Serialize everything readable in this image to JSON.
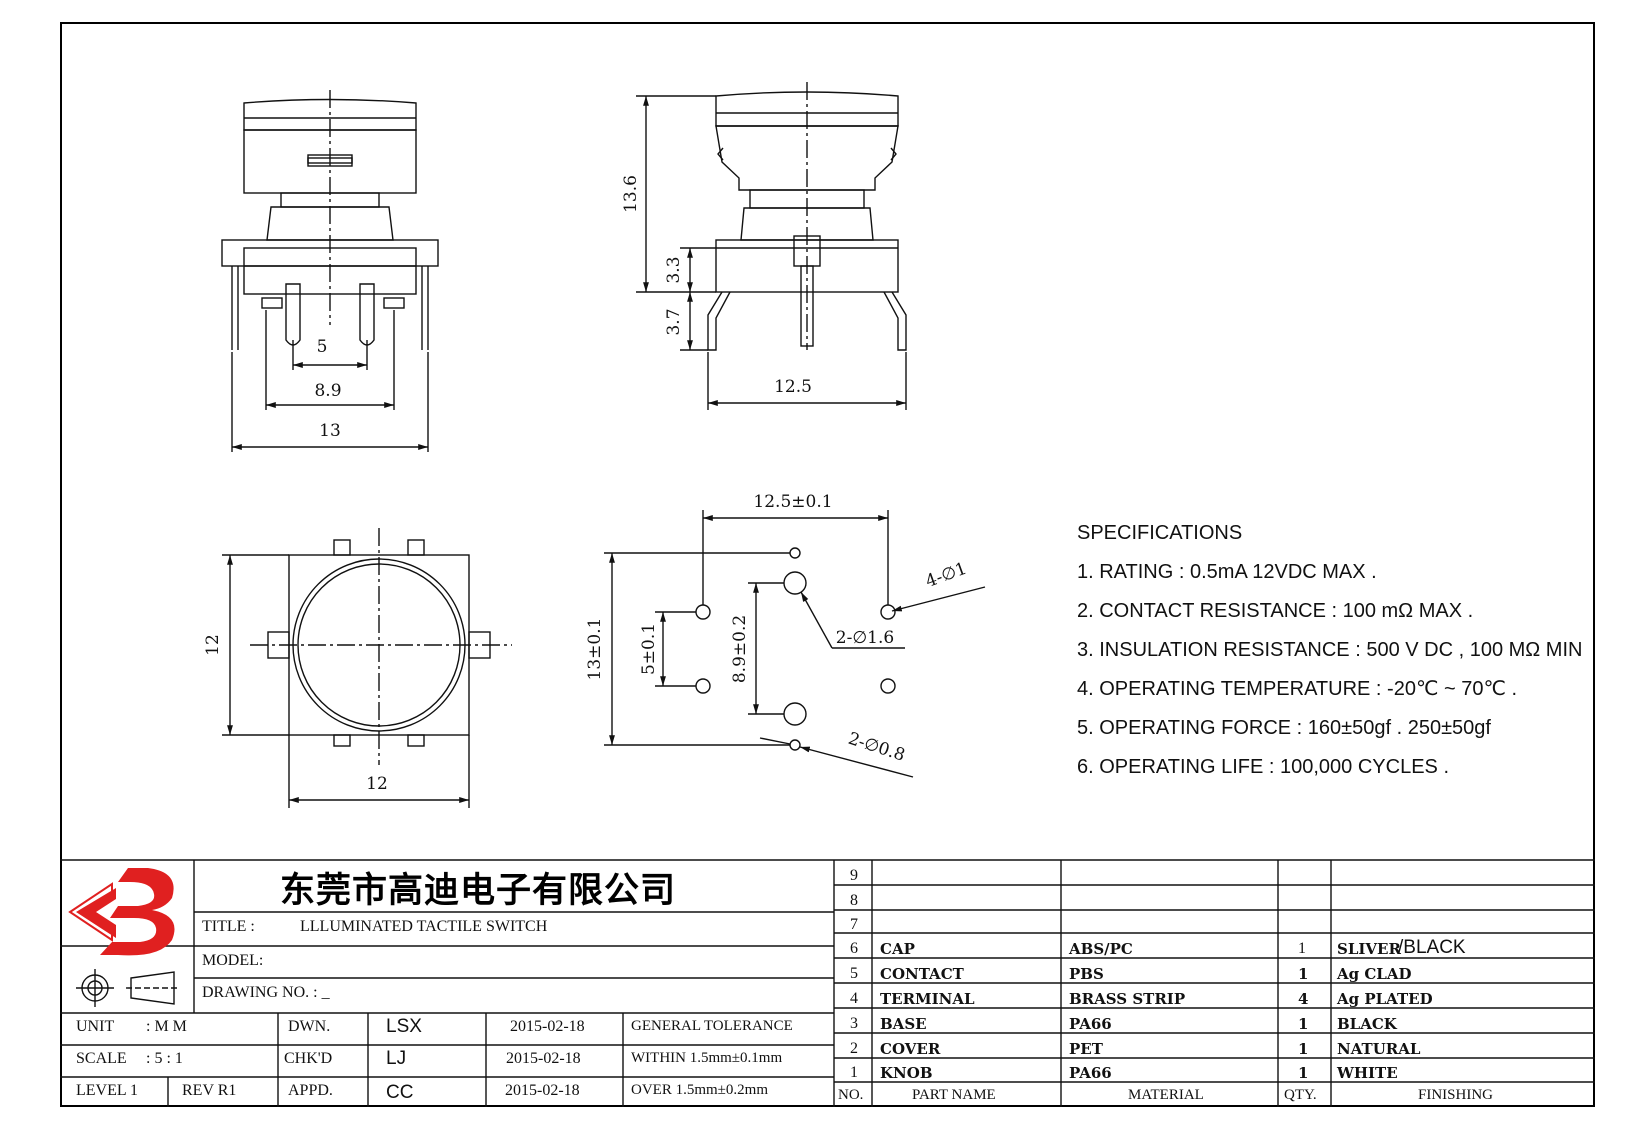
{
  "dimensions": {
    "front": {
      "pin_pitch": "5",
      "pin_span": "8.9",
      "width": "13"
    },
    "side": {
      "height": "13.6",
      "body_height": "3.3",
      "lead_height": "3.7",
      "width": "12.5"
    },
    "top": {
      "height": "12",
      "width": "12"
    },
    "footprint": {
      "horizontal": "12.5±0.1",
      "vertical_outer": "13±0.1",
      "vertical_inner": "5±0.1",
      "vertical_led": "8.9±0.2",
      "holes_large": "4-∅1",
      "holes_mid": "2-∅1.6",
      "holes_small": "2-∅0.8"
    }
  },
  "specifications": {
    "heading": "SPECIFICATIONS",
    "items": [
      "1. RATING : 0.5mA 12VDC MAX .",
      "2. CONTACT RESISTANCE : 100 mΩ MAX .",
      "3. INSULATION RESISTANCE : 500 V DC , 100 MΩ MIN",
      "4. OPERATING TEMPERATURE : -20℃ ~ 70℃ .",
      "5. OPERATING FORCE : 160±50gf . 250±50gf",
      "6. OPERATING LIFE : 100,000 CYCLES ."
    ]
  },
  "title_block": {
    "company": "东莞市高迪电子有限公司",
    "title_label": "TITLE :",
    "title_value": "LLLUMINATED TACTILE SWITCH",
    "model_label": "MODEL:",
    "drawing_label": "DRAWING NO. : _",
    "unit_label": "UNIT",
    "unit_value": ": M M",
    "scale_label": "SCALE",
    "scale_value": ": 5 : 1",
    "level": "LEVEL 1",
    "rev": "REV R1",
    "dwn_label": "DWN.",
    "chk_label": "CHK'D",
    "appd_label": "APPD.",
    "dwn_name": "LSX",
    "chk_name": "LJ",
    "appd_name": "CC",
    "dwn_date": "2015-02-18",
    "chk_date": "2015-02-18",
    "appd_date": "2015-02-18",
    "tolerance_label": "GENERAL TOLERANCE",
    "tol_within": "WITHIN 1.5mm±0.1mm",
    "tol_over": "OVER 1.5mm±0.2mm"
  },
  "bom": {
    "headers": {
      "no": "NO.",
      "part": "PART NAME",
      "material": "MATERIAL",
      "qty": "QTY.",
      "finishing": "FINISHING"
    },
    "rows": [
      {
        "no": "9",
        "part": "",
        "material": "",
        "qty": "",
        "finishing": ""
      },
      {
        "no": "8",
        "part": "",
        "material": "",
        "qty": "",
        "finishing": ""
      },
      {
        "no": "7",
        "part": "",
        "material": "",
        "qty": "",
        "finishing": ""
      },
      {
        "no": "6",
        "part": "CAP",
        "material": "ABS/PC",
        "qty": "1",
        "finishing": "SLIVER",
        "finishing_extra": "/BLACK"
      },
      {
        "no": "5",
        "part": "CONTACT",
        "material": "PBS",
        "qty": "1",
        "finishing": "Ag CLAD"
      },
      {
        "no": "4",
        "part": "TERMINAL",
        "material": "BRASS STRIP",
        "qty": "4",
        "finishing": "Ag PLATED"
      },
      {
        "no": "3",
        "part": "BASE",
        "material": "PA66",
        "qty": "1",
        "finishing": "BLACK"
      },
      {
        "no": "2",
        "part": "COVER",
        "material": "PET",
        "qty": "1",
        "finishing": "NATURAL"
      },
      {
        "no": "1",
        "part": "KNOB",
        "material": "PA66",
        "qty": "1",
        "finishing": "WHITE"
      }
    ]
  },
  "colors": {
    "logo": "#e02020",
    "line": "#111111"
  }
}
